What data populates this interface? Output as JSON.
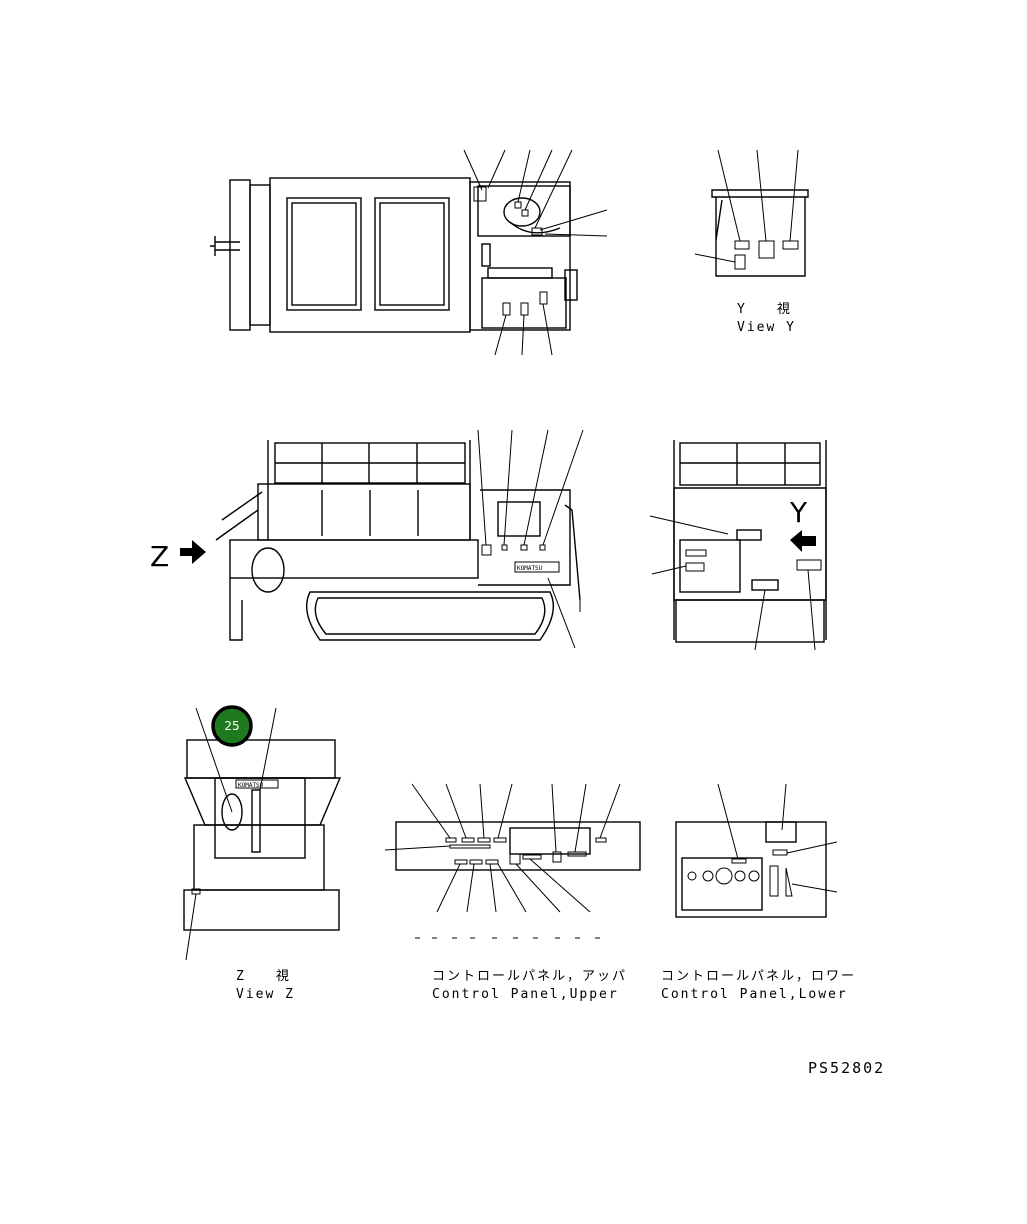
{
  "view_y": {
    "jp": "Y　　視",
    "en": "View Y"
  },
  "view_z": {
    "jp": "Z　　視",
    "en": "View Z"
  },
  "panel_upper": {
    "jp": "コントロールパネル，アッパ",
    "en": "Control Panel,Upper"
  },
  "panel_lower": {
    "jp": "コントロールパネル，ロワー",
    "en": "Control Panel,Lower"
  },
  "arrow_labels": {
    "z": "Z",
    "y": "Y"
  },
  "plate_text": "KOMATSU",
  "marker": {
    "label": "25",
    "color": "#1f7a1f"
  },
  "drawing_number": "PS52802"
}
